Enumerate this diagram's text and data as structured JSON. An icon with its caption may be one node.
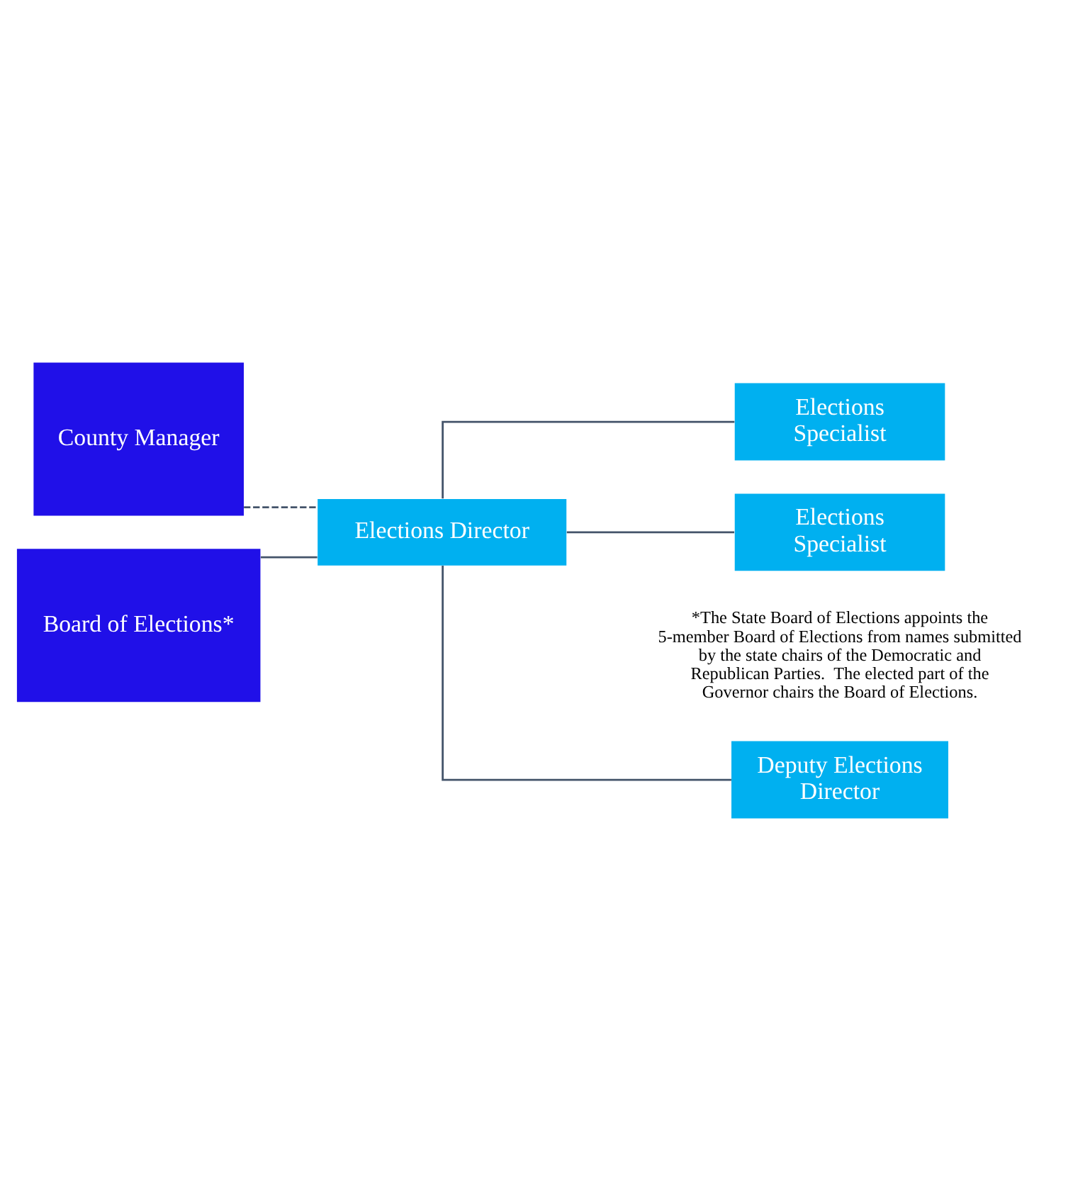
{
  "diagram": {
    "nodes": [
      {
        "text": [
          "County Manager"
        ]
      },
      {
        "text": [
          "Board of Elections*"
        ]
      },
      {
        "text": [
          "Elections Director"
        ]
      },
      {
        "text": [
          "Deputy Elections Director"
        ]
      },
      {
        "text": [
          "Elections Specialist"
        ]
      },
      {
        "text": [
          "Elections Specialist"
        ]
      }
    ],
    "edges": [
      {
        "from": 0,
        "to": 2,
        "arrow": "none",
        "style": "dashed"
      },
      {
        "from": 1,
        "to": 2,
        "arrow": "none"
      },
      {
        "from": 2,
        "to": 3,
        "arrow": "none"
      },
      {
        "from": 2,
        "to": 4,
        "arrow": "none"
      },
      {
        "from": 2,
        "to": 5,
        "arrow": "none"
      }
    ],
    "labels": [
      "*The State Board of Elections appoints the 5-member Board of Elections from names submitted by the state chairs of the Democratic and Republican Parties.  The elected part of the Governor chairs the Board of Elections."
    ]
  }
}
